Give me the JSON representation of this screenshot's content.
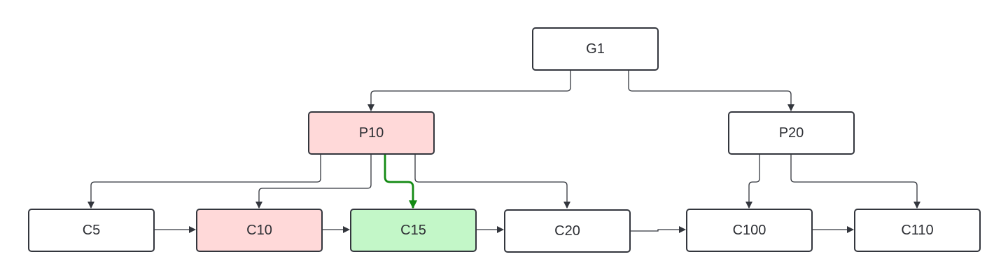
{
  "nodes": {
    "g1": {
      "label": "G1"
    },
    "p10": {
      "label": "P10",
      "highlight": "red"
    },
    "p20": {
      "label": "P20"
    },
    "c5": {
      "label": "C5"
    },
    "c10": {
      "label": "C10",
      "highlight": "red"
    },
    "c15": {
      "label": "C15",
      "highlight": "green"
    },
    "c20": {
      "label": "C20"
    },
    "c100": {
      "label": "C100"
    },
    "c110": {
      "label": "C110"
    }
  },
  "colors": {
    "border": "#33363d",
    "text": "#2d2f34",
    "edge": "#33363d",
    "highlight_path": "#138a13",
    "red_fill": "#ffd9d9",
    "green_fill": "#c3f7c8"
  }
}
